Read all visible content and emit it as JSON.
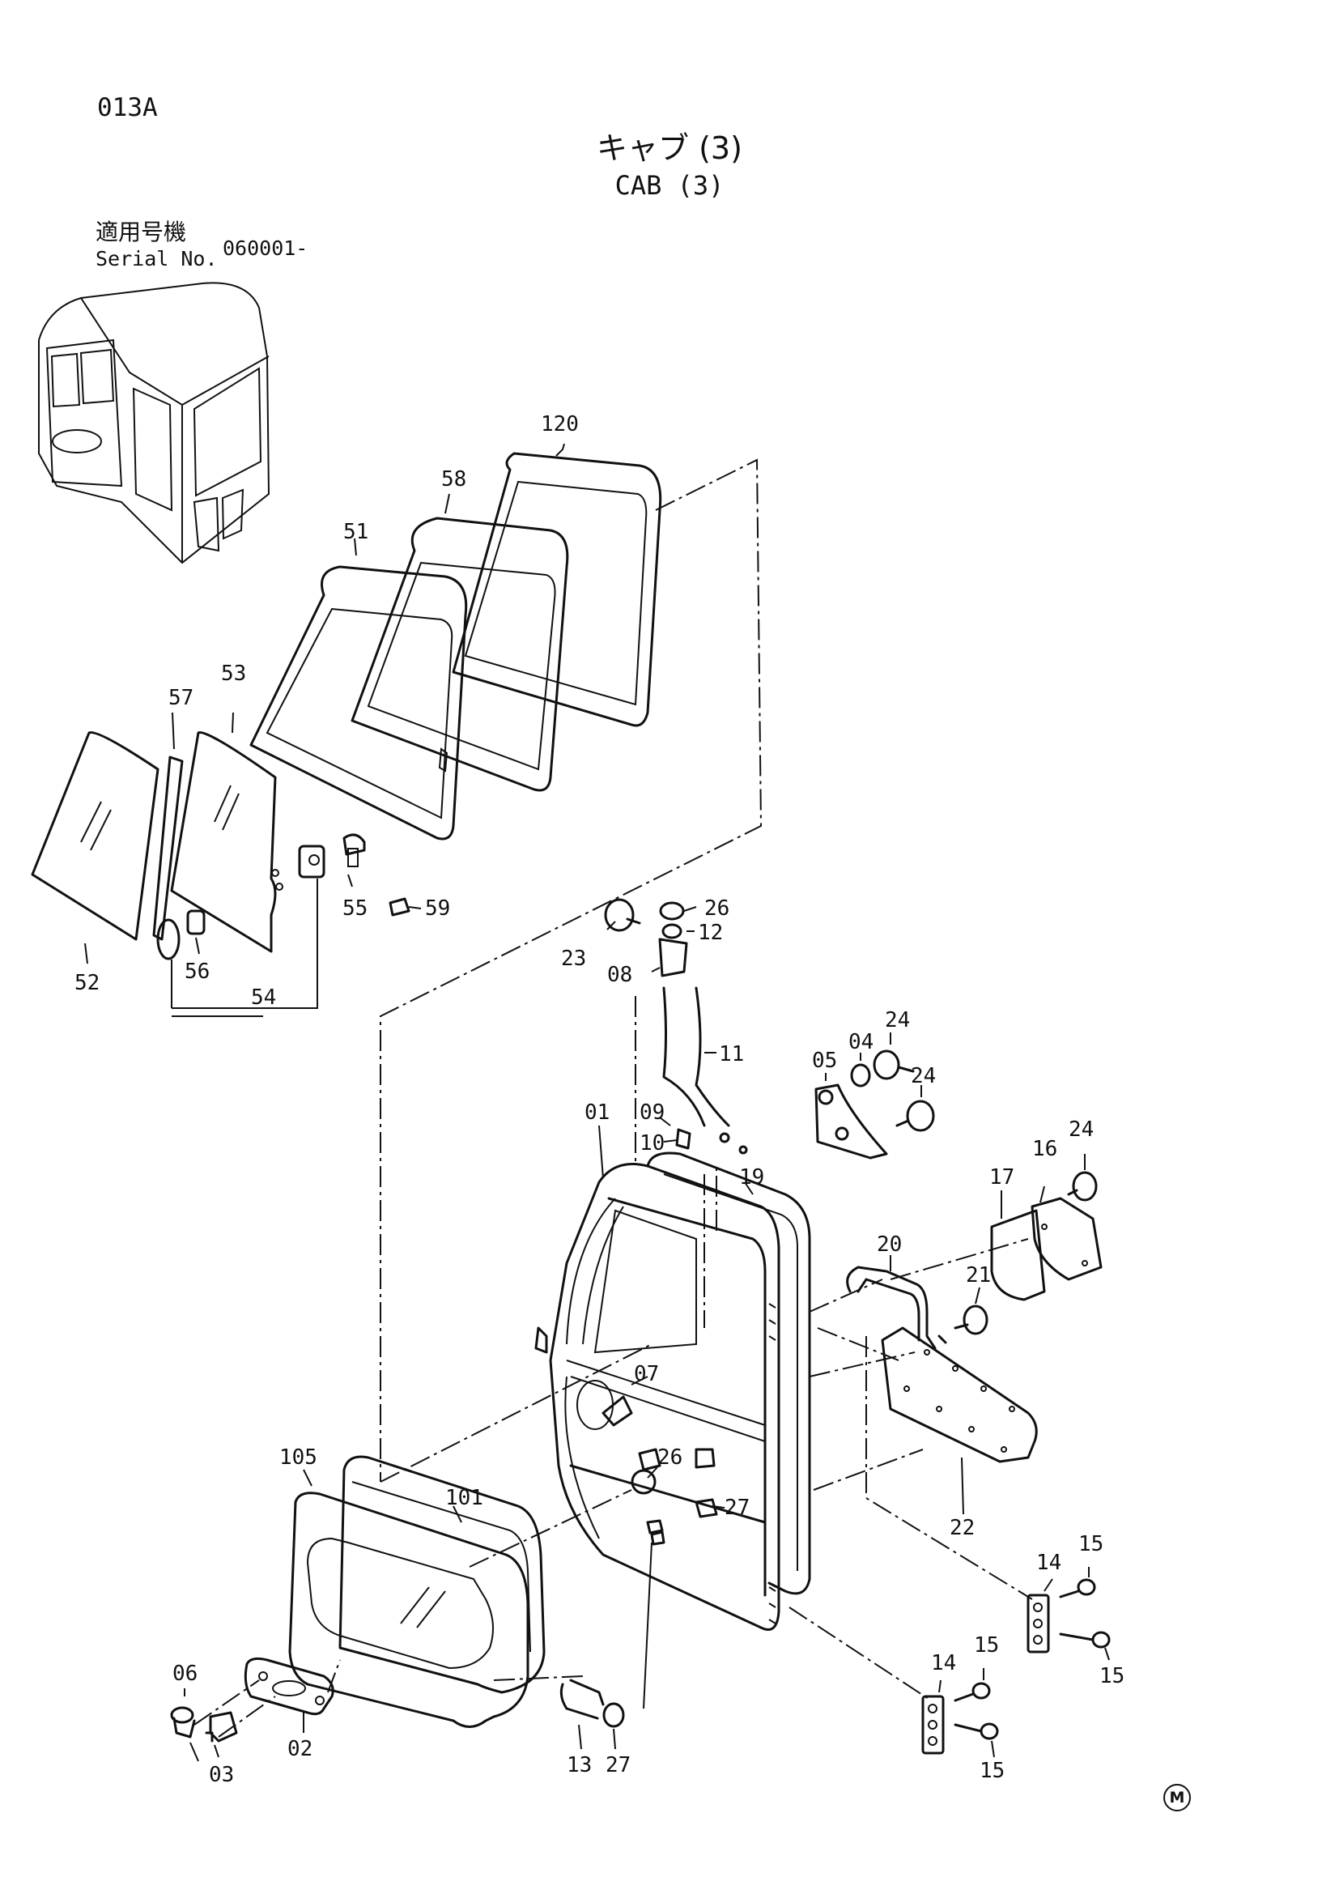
{
  "page_code": "013A",
  "title_ja": "キャブ (3)",
  "title_en": "CAB (3)",
  "serial": {
    "label_ja": "適用号機",
    "label_en": "Serial No.",
    "value": "060001-"
  },
  "mark": "M",
  "callouts": {
    "c120": "120",
    "c58": "58",
    "c51": "51",
    "c53": "53",
    "c57": "57",
    "c52": "52",
    "c56": "56",
    "c54": "54",
    "c55": "55",
    "c59": "59",
    "c26a": "26",
    "c12": "12",
    "c23": "23",
    "c08": "08",
    "c11": "11",
    "c09": "09",
    "c10": "10",
    "c01": "01",
    "c19": "19",
    "c04": "04",
    "c05": "05",
    "c24a": "24",
    "c24b": "24",
    "c24c": "24",
    "c17": "17",
    "c16": "16",
    "c20": "20",
    "c21": "21",
    "c22": "22",
    "c07": "07",
    "c26b": "26",
    "c27a": "27",
    "c105": "105",
    "c101": "101",
    "c14a": "14",
    "c15a": "15",
    "c15b": "15",
    "c14b": "14",
    "c15c": "15",
    "c15d": "15",
    "c06": "06",
    "c02": "02",
    "c03": "03",
    "c13": "13",
    "c27b": "27"
  }
}
